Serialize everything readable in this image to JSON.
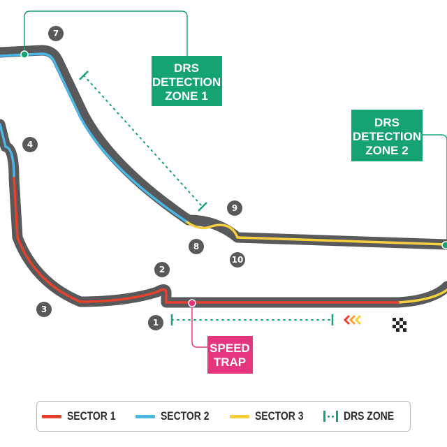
{
  "map": {
    "colors": {
      "track": "#58595b",
      "sector_1": "#e8412c",
      "sector_2": "#4ab8e6",
      "sector_3": "#f6cf3c",
      "drs": "#16a373",
      "speed_trap": "#e5357f",
      "turn_marker": "#58595b"
    },
    "turns": [
      "1",
      "2",
      "3",
      "4",
      "7",
      "8",
      "9",
      "10"
    ],
    "drs_detection_1": {
      "line1": "DRS",
      "line2": "DETECTION",
      "line3": "ZONE 1"
    },
    "drs_detection_2": {
      "line1": "DRS",
      "line2": "DETECTION",
      "line3": "ZONE 2"
    },
    "speed_trap": {
      "line1": "SPEED",
      "line2": "TRAP"
    },
    "icons": [
      "chequered-flag-icon",
      "direction-chevrons-icon"
    ]
  },
  "legend": {
    "items": [
      {
        "label": "SECTOR 1",
        "color": "#e8412c"
      },
      {
        "label": "SECTOR 2",
        "color": "#4ab8e6"
      },
      {
        "label": "SECTOR 3",
        "color": "#f6cf3c"
      },
      {
        "label": "DRS ZONE",
        "color": "#16a373"
      }
    ]
  }
}
